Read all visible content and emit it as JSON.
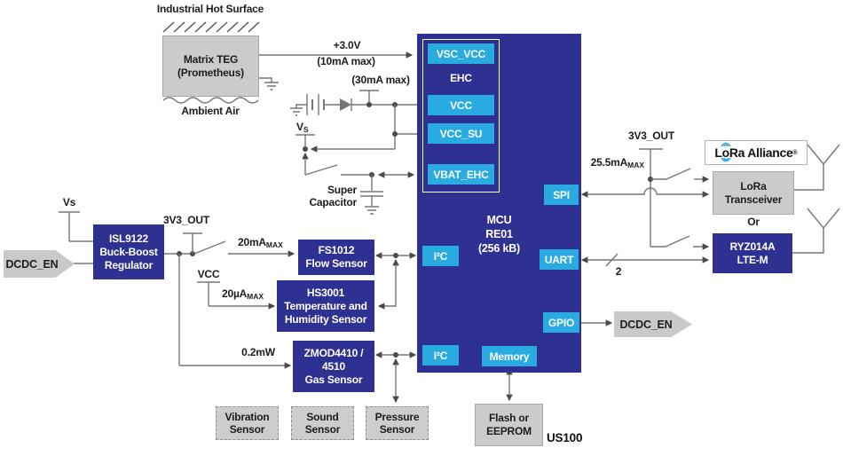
{
  "colors": {
    "mcu_blue": "#2e3192",
    "port_cyan": "#29abe2",
    "box_gray": "#cbcbcb",
    "wire_gray": "#767676",
    "lora_arc_blue": "#29abe2"
  },
  "energy_harvester": {
    "hot_surface_label": "Industrial Hot Surface",
    "teg_line1": "Matrix TEG",
    "teg_line2": "(Prometheus)",
    "ambient_label": "Ambient Air",
    "supply_voltage": "+3.0V",
    "supply_current": "(10mA max)"
  },
  "battery": {
    "current": "(30mA max)",
    "vs_label": "V",
    "vs_sub": "S"
  },
  "supercap": {
    "line1": "Super",
    "line2": "Capacitor"
  },
  "regulator": {
    "vs_label": "Vs",
    "enable_label": "DCDC_EN",
    "box_line1": "ISL9122",
    "box_line2": "Buck-Boost",
    "box_line3": "Regulator",
    "out_label": "3V3_OUT"
  },
  "sensors": {
    "flow": {
      "budget": "20mA",
      "budget_sub": "MAX",
      "line1": "FS1012",
      "line2": "Flow Sensor"
    },
    "humidity": {
      "vcc_label": "VCC",
      "budget": "20µA",
      "budget_sub": "MAX",
      "line1": "HS3001",
      "line2": "Temperature and",
      "line3": "Humidity Sensor"
    },
    "gas": {
      "budget": "0.2mW",
      "line1": "ZMOD4410 /",
      "line2": "4510",
      "line3": "Gas Sensor"
    },
    "vibration": {
      "line1": "Vibration",
      "line2": "Sensor"
    },
    "sound": {
      "line1": "Sound",
      "line2": "Sensor"
    },
    "pressure": {
      "line1": "Pressure",
      "line2": "Sensor"
    }
  },
  "mcu": {
    "line1": "MCU",
    "line2": "RE01",
    "line3": "(256 kB)",
    "ehc_label": "EHC",
    "ports": {
      "vsc_vcc": "VSC_VCC",
      "vcc": "VCC",
      "vcc_su": "VCC_SU",
      "vbat_ehc": "VBAT_EHC",
      "spi": "SPI",
      "uart": "UART",
      "gpio": "GPIO",
      "i2c_top": "I²C",
      "i2c_bottom": "I²C",
      "memory": "Memory"
    }
  },
  "memory_block": {
    "line1": "Flash or",
    "line2": "EEPROM"
  },
  "board_label": "US100",
  "radio": {
    "out_label": "3V3_OUT",
    "budget": "25.5mA",
    "budget_sub": "MAX",
    "logo_l": "L",
    "logo_o": "o",
    "logo_rest": "Ra Alliance",
    "logo_reg": "®",
    "lora_line1": "LoRa",
    "lora_line2": "Transceiver",
    "or_label": "Or",
    "lte_line1": "RYZ014A",
    "lte_line2": "LTE-M",
    "uart_wires": "2"
  },
  "gpio_out": {
    "label": "DCDC_EN"
  }
}
